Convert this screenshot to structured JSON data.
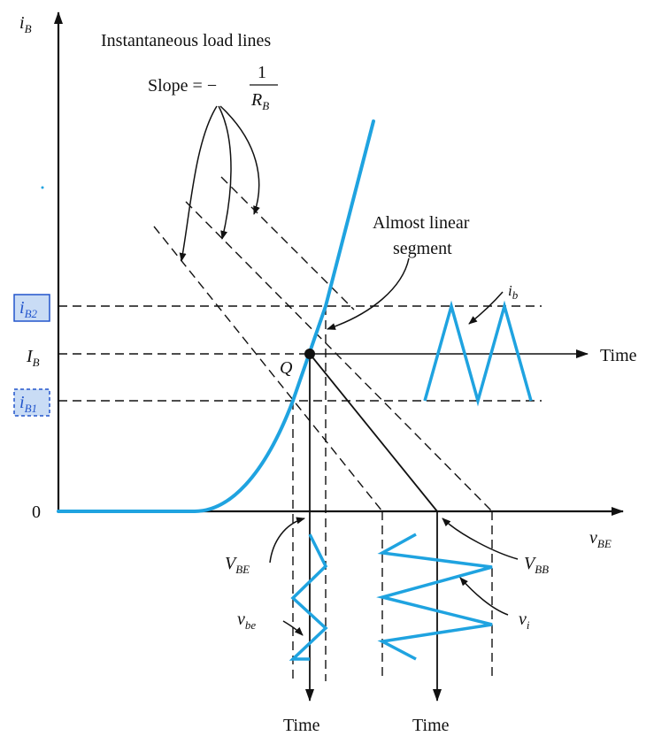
{
  "colors": {
    "curve": "#1fa3e0",
    "ink": "#111111",
    "highlight_fill": "#c9dcf5",
    "highlight_border": "#2255cc"
  },
  "axes": {
    "y_axis_main": "i",
    "y_axis_sub": "B",
    "x_axis_main": "v",
    "x_axis_sub": "BE",
    "origin": "0"
  },
  "labels": {
    "title_load_lines": "Instantaneous load lines",
    "slope_text": "Slope = −",
    "slope_numerator": "1",
    "slope_denominator_main": "R",
    "slope_denominator_sub": "B",
    "almost_linear_line1": "Almost linear",
    "almost_linear_line2": "segment",
    "ib_main": "i",
    "ib_sub": "b",
    "time_right": "Time",
    "time_bottom_left": "Time",
    "time_bottom_right": "Time",
    "q_point": "Q",
    "iB2_main": "i",
    "iB2_sub": "B2",
    "IB_main": "I",
    "IB_sub": "B",
    "iB1_main": "i",
    "iB1_sub": "B1",
    "VBE_main": "V",
    "VBE_sub": "BE",
    "vbe_main": "v",
    "vbe_sub": "be",
    "VBB_main": "V",
    "VBB_sub": "BB",
    "vi_main": "v",
    "vi_sub": "i"
  }
}
